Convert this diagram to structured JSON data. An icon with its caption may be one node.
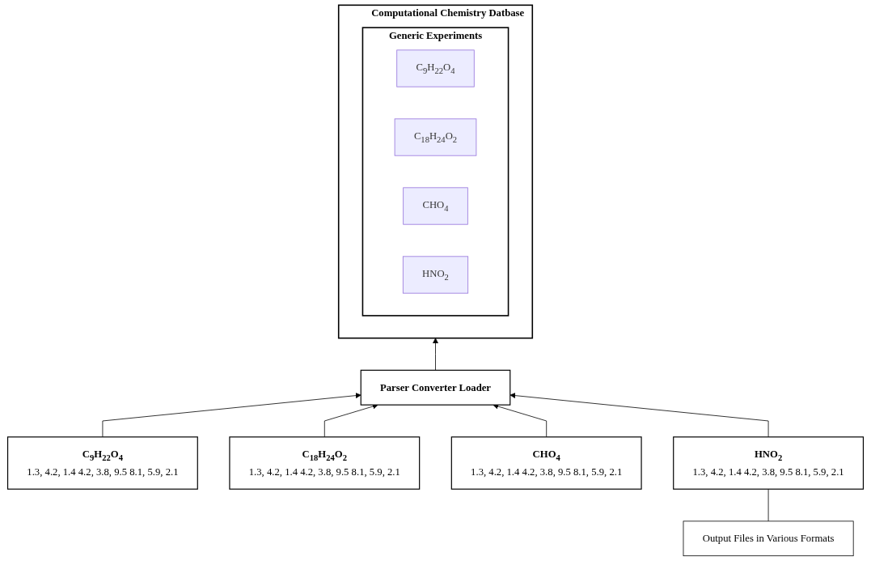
{
  "diagram": {
    "nodes": [
      {
        "text": [
          "Computational Chemistry Datbase"
        ]
      },
      {
        "text": [
          "Generic Experiments"
        ],
        "in": 0
      },
      {
        "text": [
          "C$_{9}$H$_{22}$O$_{4}$"
        ],
        "in": 1
      },
      {
        "text": [
          "C$_{18}$H$_{24}$O$_{2}$"
        ],
        "in": 1
      },
      {
        "text": [
          "CHO$_{4}$"
        ],
        "in": 1
      },
      {
        "text": [
          "HNO$_{2}$"
        ],
        "in": 1
      },
      {
        "text": [
          "Parser Converter Loader"
        ]
      },
      {
        "text": [
          "C$_{9}$H$_{22}$O$_{4}$",
          "1.3, 4.2, 1.4 4.2, 3.8, 9.5 8.1, 5.9, 2.1"
        ]
      },
      {
        "text": [
          "C$_{18}$H$_{24}$O$_{2}$",
          "1.3, 4.2, 1.4 4.2, 3.8, 9.5 8.1, 5.9, 2.1"
        ]
      },
      {
        "text": [
          "CHO$_{4}$",
          "1.3, 4.2, 1.4 4.2, 3.8, 9.5 8.1, 5.9, 2.1"
        ]
      },
      {
        "text": [
          "HNO$_{2}$",
          "1.3, 4.2, 1.4 4.2, 3.8, 9.5 8.1, 5.9, 2.1"
        ]
      },
      {
        "text": [
          "Output Files in Various Formats"
        ]
      }
    ],
    "edges": [
      {
        "from": 6,
        "to": 0,
        "arrow": "to"
      },
      {
        "from": 7,
        "to": 6,
        "arrow": "to"
      },
      {
        "from": 8,
        "to": 6,
        "arrow": "to"
      },
      {
        "from": 9,
        "to": 6,
        "arrow": "to"
      },
      {
        "from": 10,
        "to": 6,
        "arrow": "to"
      },
      {
        "from": 11,
        "to": 10,
        "arrow": "none"
      }
    ]
  }
}
